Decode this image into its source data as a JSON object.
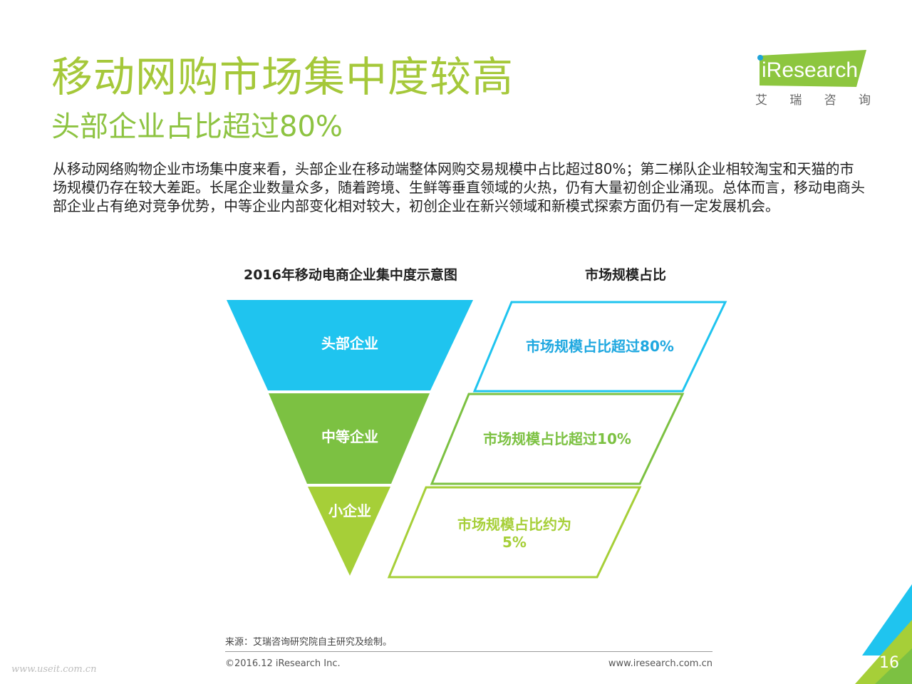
{
  "header": {
    "title": "移动网购市场集中度较高",
    "subtitle": "头部企业占比超过80%"
  },
  "logo": {
    "brand_text": "iResearch",
    "cn_chars": [
      "艾",
      "瑞",
      "咨",
      "询"
    ],
    "color": "#8dc63f"
  },
  "body": {
    "paragraph": "从移动网络购物企业市场集中度来看，头部企业在移动端整体网购交易规模中占比超过80%；第二梯队企业相较淘宝和天猫的市场规模仍存在较大差距。长尾企业数量众多，随着跨境、生鲜等垂直领域的火热，仍有大量初创企业涌现。总体而言，移动电商头部企业占有绝对竞争优势，中等企业内部变化相对较大，初创企业在新兴领域和新模式探索方面仍有一定发展机会。"
  },
  "diagram": {
    "left_title": "2016年移动电商企业集中度示意图",
    "right_title": "市场规模占比",
    "tiers": [
      {
        "label": "头部企业",
        "share_text": "市场规模占比超过80%",
        "color": "#1fc4ef"
      },
      {
        "label": "中等企业",
        "share_text": "市场规模占比超过10%",
        "color": "#7cc142"
      },
      {
        "label": "小企业",
        "share_text_line1": "市场规模占比约为",
        "share_text_line2": "5%",
        "color": "#a6cf38"
      }
    ]
  },
  "footer": {
    "source": "来源：艾瑞咨询研究院自主研究及绘制。",
    "copyright": "©2016.12 iResearch Inc.",
    "url": "www.iresearch.com.cn",
    "watermark": "www.useit.com.cn",
    "page_number": "16"
  },
  "colors": {
    "title": "#a5c83a",
    "cyan": "#1fc4ef",
    "green": "#7cc142",
    "lime": "#a6cf38"
  }
}
